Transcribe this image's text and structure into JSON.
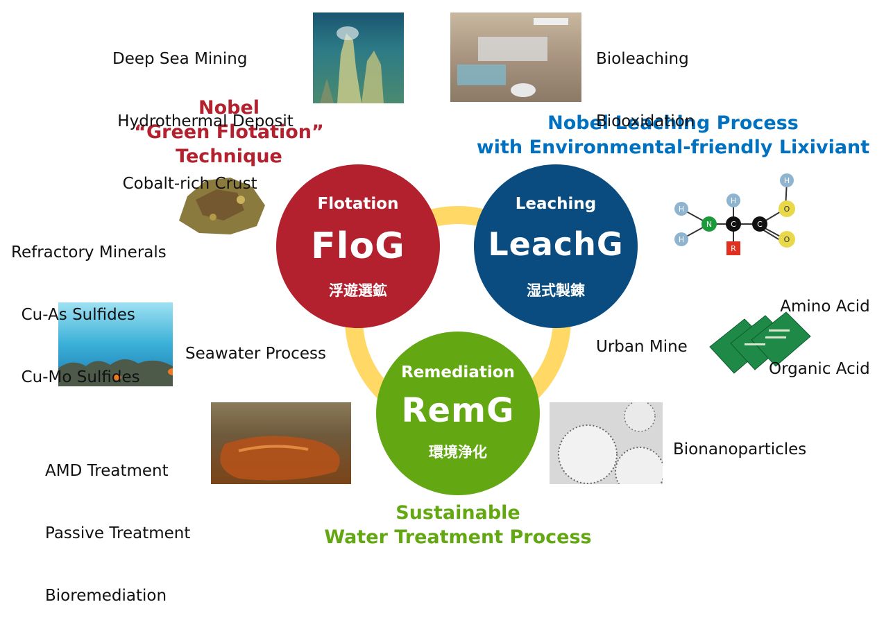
{
  "colors": {
    "flotation": "#b3202e",
    "leaching": "#0a4c7f",
    "remediation": "#63a812",
    "ring": "#ffd866",
    "heading_red": "#b3202e",
    "heading_blue": "#0070c0",
    "heading_green": "#63a812"
  },
  "headings": {
    "flotation": [
      "Nobel",
      "“Green Flotation”",
      "Technique"
    ],
    "leaching": [
      "Nobel Leaching Process",
      "with Environmental-friendly Lixiviant"
    ],
    "remediation": [
      "Sustainable",
      "Water Treatment Process"
    ]
  },
  "circles": {
    "flotation": {
      "title": "Flotation",
      "logo": "FloG",
      "jp": "浮遊選鉱"
    },
    "leaching": {
      "title": "Leaching",
      "logo": "LeachG",
      "jp": "湿式製錬"
    },
    "remediation": {
      "title": "Remediation",
      "logo": "RemG",
      "jp": "環境浄化"
    }
  },
  "labels": {
    "deep_sea": [
      "Deep Sea Mining",
      " Hydrothermal Deposit",
      "  Cobalt-rich Crust"
    ],
    "bioleaching": [
      "Bioleaching",
      "Biooxidation"
    ],
    "refractory": [
      "Refractory Minerals",
      "  Cu-As Sulfides",
      "  Cu-Mo Sulfides"
    ],
    "acids": [
      "Amino Acid",
      "Organic Acid"
    ],
    "seawater": "Seawater Process",
    "urban_mine": "Urban Mine",
    "amd": [
      "AMD Treatment",
      "Passive Treatment",
      "Bioremediation"
    ],
    "bionano": "Bionanoparticles"
  },
  "molecule": {
    "atoms": [
      "H",
      "H",
      "H",
      "N",
      "C",
      "C",
      "R",
      "H",
      "O",
      "O"
    ]
  }
}
